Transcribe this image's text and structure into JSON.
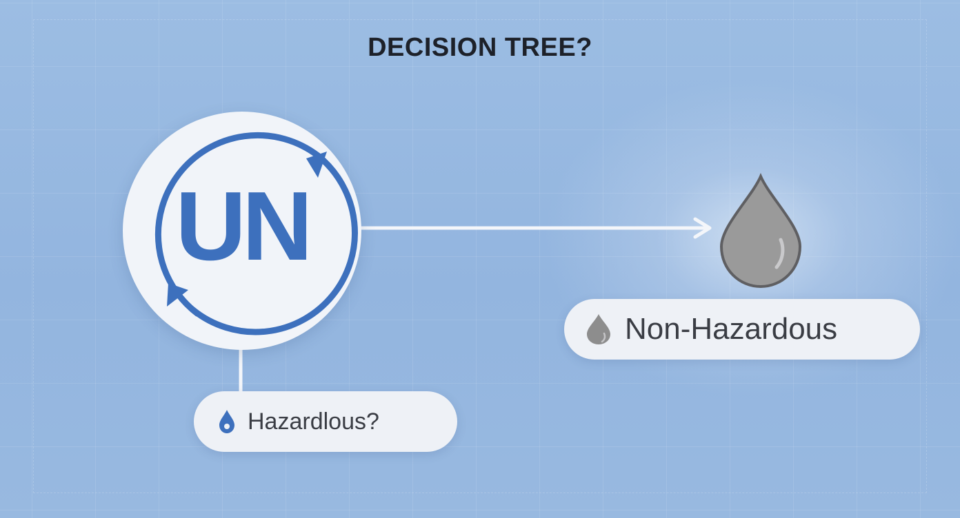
{
  "title": "DECISION TREE?",
  "nodes": {
    "un": {
      "label": "UN"
    },
    "hazardous": {
      "label": "Hazardlous?",
      "icon": "water-drop-icon",
      "icon_color": "#3d70bd"
    },
    "non_hazardous": {
      "label": "Non-Hazardous",
      "icon": "water-drop-icon",
      "icon_color": "#8d8d8d"
    }
  },
  "outcome_icon": {
    "name": "water-drop-icon",
    "color": "#9a9a9a"
  },
  "colors": {
    "background": "#97b8e0",
    "accent": "#3d70bd",
    "node_fill": "#f1f4f9",
    "connector": "#f4f6fa",
    "text": "#1d2129"
  }
}
